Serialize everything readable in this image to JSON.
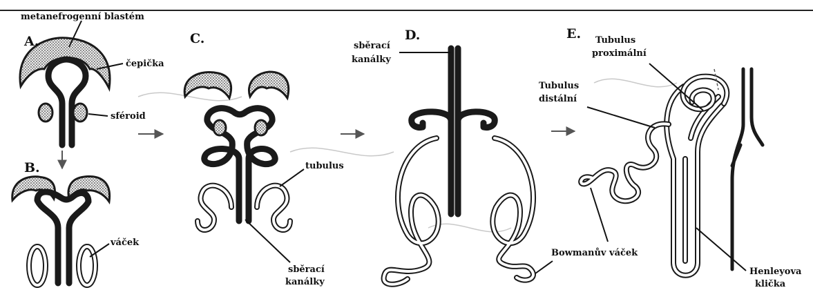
{
  "panels": {
    "a": "A.",
    "b": "B.",
    "c": "C.",
    "d": "D.",
    "e": "E."
  },
  "labels": {
    "metanephrogenic": "metanefrogenní blastém",
    "cap": "čepička",
    "spheroid": "sféroid",
    "vesicle": "váček",
    "tubule": "tubulus",
    "collecting_c": [
      "sběrací",
      "kanálky"
    ],
    "collecting_d": [
      "sběrací",
      "kanálky"
    ],
    "proximal": [
      "Tubulus",
      "proximální"
    ],
    "distal": [
      "Tubulus",
      "distální"
    ],
    "bowman": "Bowmanův váček",
    "henle": [
      "Henleyova",
      "klička"
    ]
  }
}
